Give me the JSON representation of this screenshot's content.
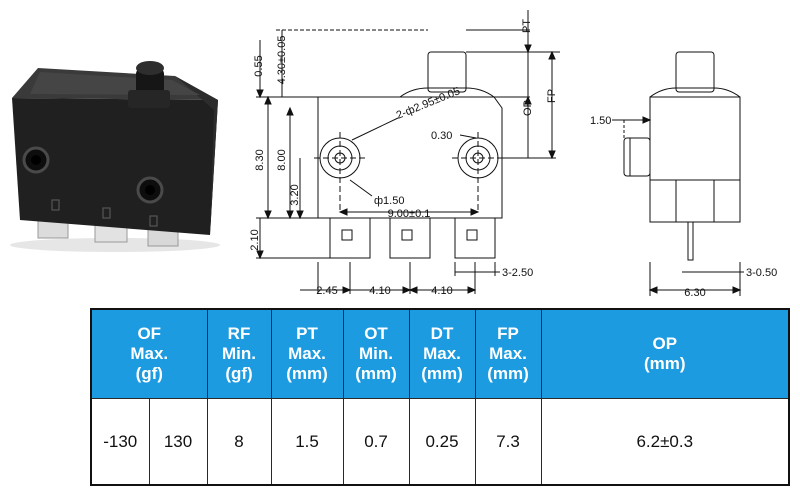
{
  "drawing": {
    "dims": {
      "d_0_55": "0.55",
      "d_4_30": "4.30±0.05",
      "d_pt": "PT",
      "d_op": "OP",
      "d_fp": "FP",
      "d_holes": "2-ф2.95±0.05",
      "d_0_30": "0.30",
      "d_8_30": "8.30",
      "d_8_00": "8.00",
      "d_3_20": "3.20",
      "d_phi150": "ф1.50",
      "d_9_00": "9.00±0.1",
      "d_2_10": "2.10",
      "d_3_250": "3-2.50",
      "d_2_45": "2.45",
      "d_4_10a": "4.10",
      "d_4_10b": "4.10",
      "d_1_50": "1.50",
      "d_3_050": "3-0.50",
      "d_6_30": "6.30"
    }
  },
  "table": {
    "headers": [
      {
        "lines": [
          "OF",
          "Max.",
          "(gf)"
        ]
      },
      {
        "lines": [
          "RF",
          "Min.",
          "(gf)"
        ]
      },
      {
        "lines": [
          "PT",
          "Max.",
          "(mm)"
        ]
      },
      {
        "lines": [
          "OT",
          "Min.",
          "(mm)"
        ]
      },
      {
        "lines": [
          "DT",
          "Max.",
          "(mm)"
        ]
      },
      {
        "lines": [
          "FP",
          "Max.",
          "(mm)"
        ]
      },
      {
        "lines": [
          "OP",
          "(mm)"
        ]
      }
    ],
    "values": [
      "-130",
      "130",
      "8",
      "1.5",
      "0.7",
      "0.25",
      "7.3",
      "6.2±0.3"
    ]
  }
}
